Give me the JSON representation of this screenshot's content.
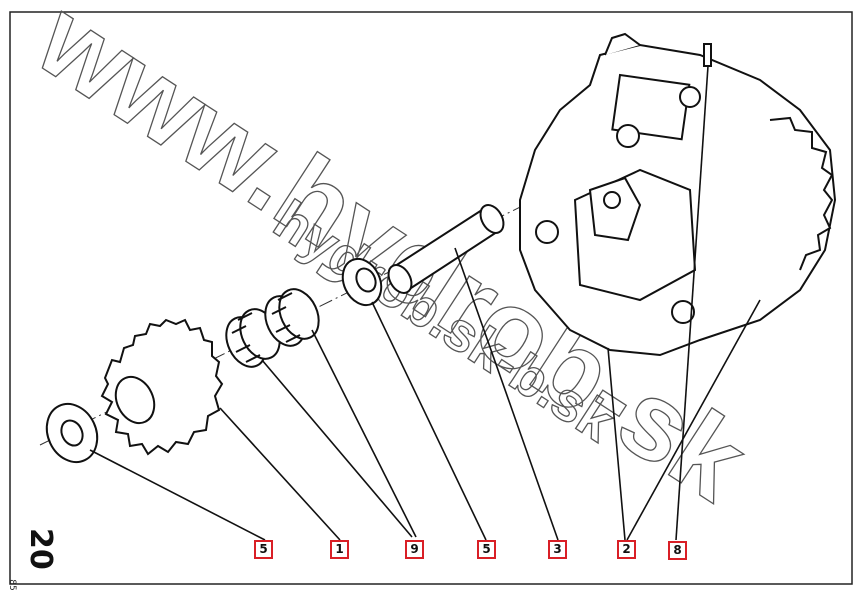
{
  "page": {
    "number": "20",
    "side_code": "85"
  },
  "watermark": {
    "text_main": "www.hydrob-sk",
    "text_secondary": "hydrob.sk-b.sk"
  },
  "callouts": [
    {
      "id": "washer-left",
      "label": "5"
    },
    {
      "id": "gear",
      "label": "1"
    },
    {
      "id": "needle-bearings",
      "label": "9"
    },
    {
      "id": "washer-right",
      "label": "5"
    },
    {
      "id": "shaft",
      "label": "3"
    },
    {
      "id": "housing",
      "label": "2"
    },
    {
      "id": "pin",
      "label": "8"
    }
  ],
  "colors": {
    "callout_border": "#d91f26",
    "line": "#111111",
    "watermark_stroke": "#4a4a4a"
  }
}
